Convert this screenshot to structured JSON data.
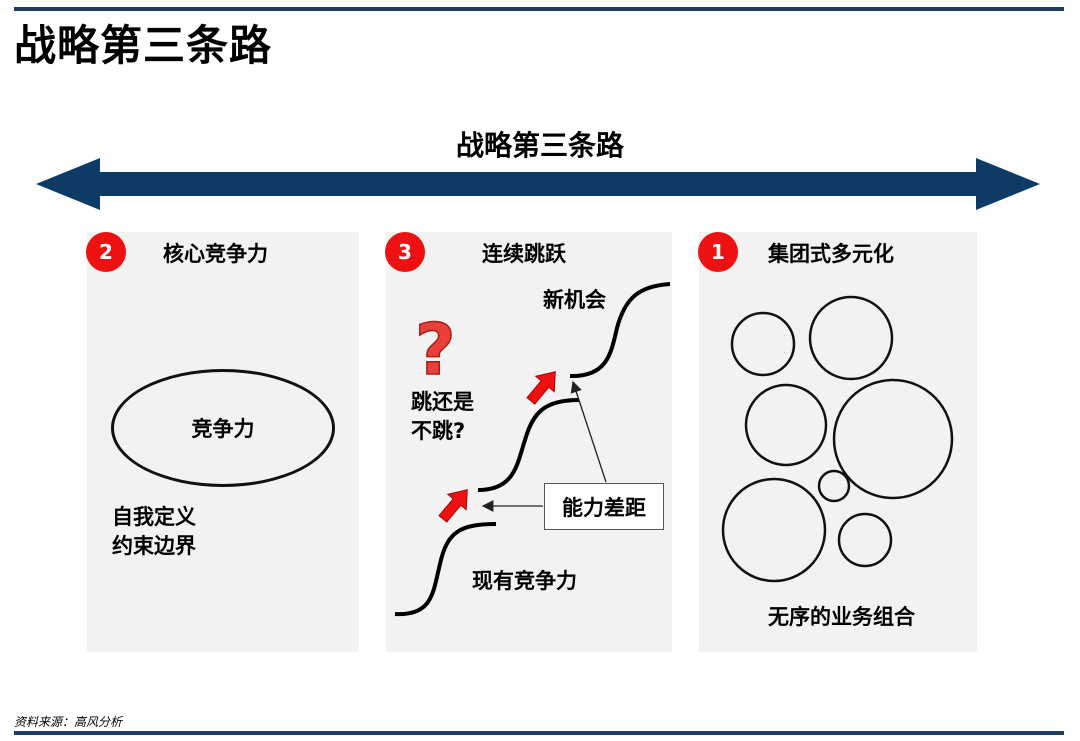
{
  "page_title": "战略第三条路",
  "banner": {
    "title": "战略第三条路"
  },
  "colors": {
    "rule": "#1f3d63",
    "arrow": "#0d3b66",
    "badge": "#ee1111",
    "panel": "#f2f2f2",
    "red_arrow": "#ee1111"
  },
  "panels": {
    "left": {
      "badge": "2",
      "title": "核心竞争力",
      "ellipse_label": "竞争力",
      "note_line1": "自我定义",
      "note_line2": "约束边界"
    },
    "middle": {
      "badge": "3",
      "title": "连续跳跃",
      "new_opportunity": "新机会",
      "question_mark": "?",
      "question_line1": "跳还是",
      "question_line2": "不跳?",
      "gap_label": "能力差距",
      "current_label": "现有竞争力"
    },
    "right": {
      "badge": "1",
      "title": "集团式多元化",
      "caption": "无序的业务组合"
    }
  },
  "source": "资料来源：高风分析"
}
